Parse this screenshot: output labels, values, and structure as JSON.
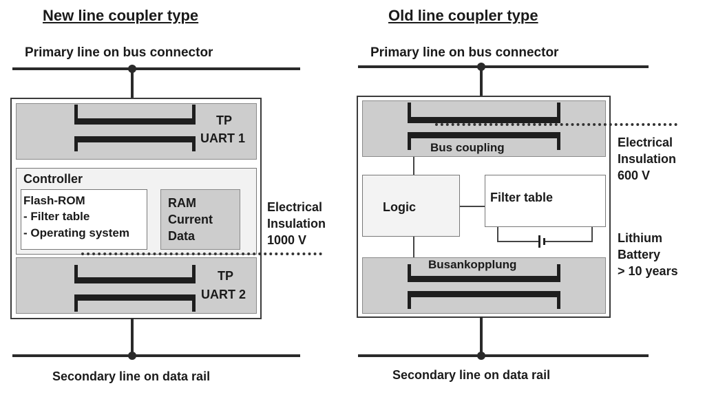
{
  "new_coupler": {
    "heading": "New line coupler type",
    "primary_label": "Primary line on bus connector",
    "secondary_label": "Secondary line on data rail",
    "tp_uart_1": [
      "TP",
      "UART 1"
    ],
    "tp_uart_2": [
      "TP",
      "UART 2"
    ],
    "controller_label": "Controller",
    "flash_rom": [
      "Flash-ROM",
      "- Filter table",
      "- Operating system"
    ],
    "ram": [
      "RAM",
      "Current",
      "Data"
    ],
    "insulation": [
      "Electrical",
      "Insulation",
      "1000 V"
    ]
  },
  "old_coupler": {
    "heading": "Old line coupler type",
    "primary_label": "Primary line on bus connector",
    "secondary_label": "Secondary line on data rail",
    "bus_coupling_label": "Bus coupling",
    "busankopplung_label": "Busankopplung",
    "logic_label": "Logic",
    "filter_table_label": "Filter table",
    "insulation": [
      "Electrical",
      "Insulation",
      "600 V"
    ],
    "battery": [
      "Lithium",
      "Battery",
      "> 10 years"
    ]
  }
}
